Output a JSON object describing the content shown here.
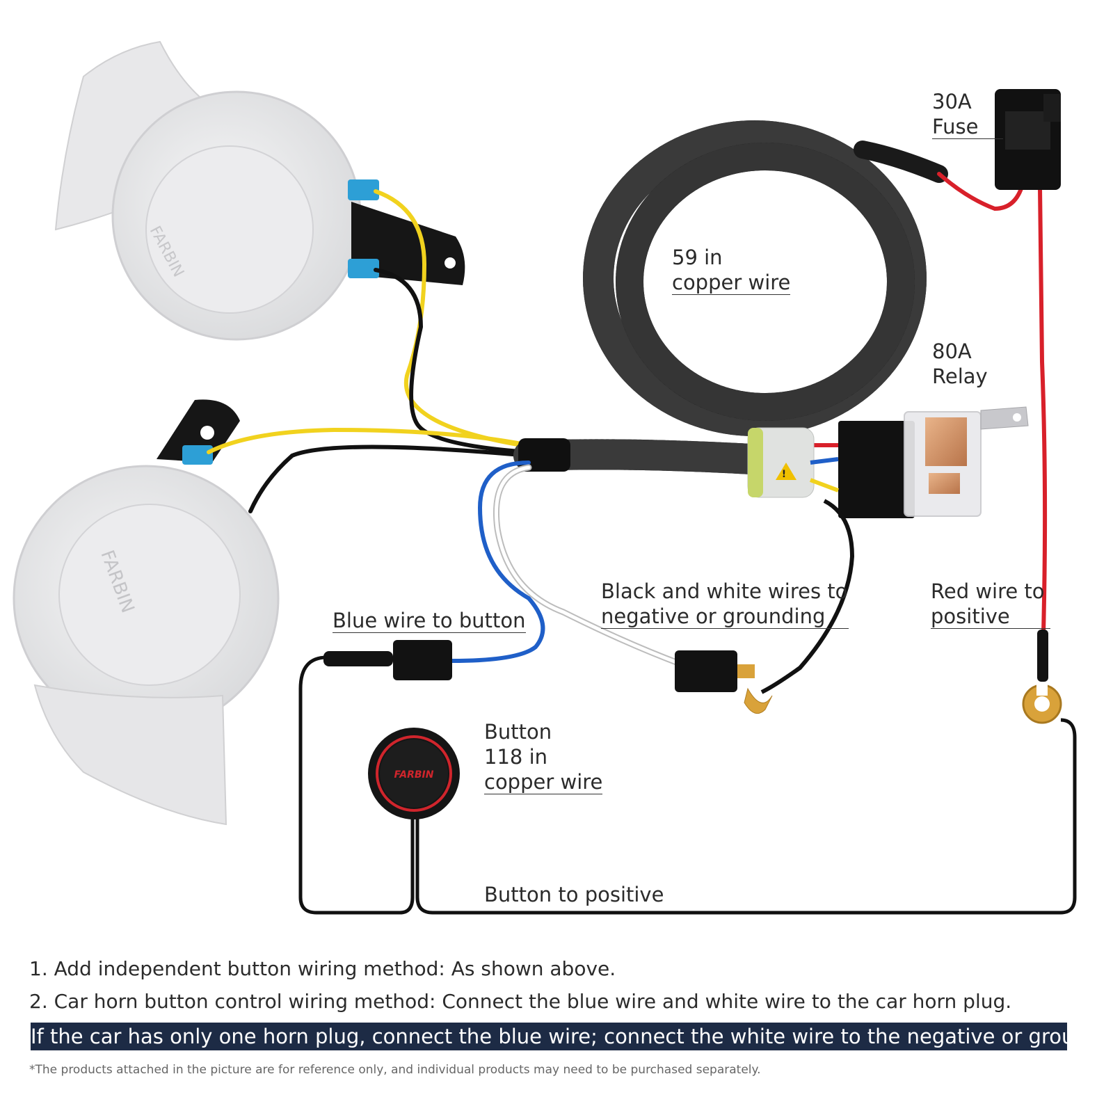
{
  "brand": "FARBIN",
  "callouts": {
    "fuse": [
      "30A",
      "Fuse"
    ],
    "copper_wire_59": [
      "59 in",
      "copper wire"
    ],
    "relay": [
      "80A",
      "Relay"
    ],
    "black_white_wires": [
      "Black and white wires to",
      "negative or grounding"
    ],
    "red_wire": [
      "Red wire to",
      "positive"
    ],
    "blue_wire": "Blue wire to button",
    "button": [
      "Button",
      "118 in",
      "copper wire"
    ],
    "button_positive": "Button to positive"
  },
  "instructions": [
    "1. Add independent button wiring method: As shown above.",
    "2. Car horn button control wiring method: Connect the blue wire and white wire to the car horn plug."
  ],
  "banner": "If the car has only one horn plug, connect the blue wire; connect the white wire to the negative or ground.",
  "footnote": "*The products attached in the picture are for reference only, and individual products may need to be purchased separately.",
  "colors": {
    "wire_red": "#d8202a",
    "wire_blue": "#1f5fc8",
    "wire_yellow": "#f1d21e",
    "wire_black": "#111111",
    "banner_bg": "#1d2b45"
  }
}
